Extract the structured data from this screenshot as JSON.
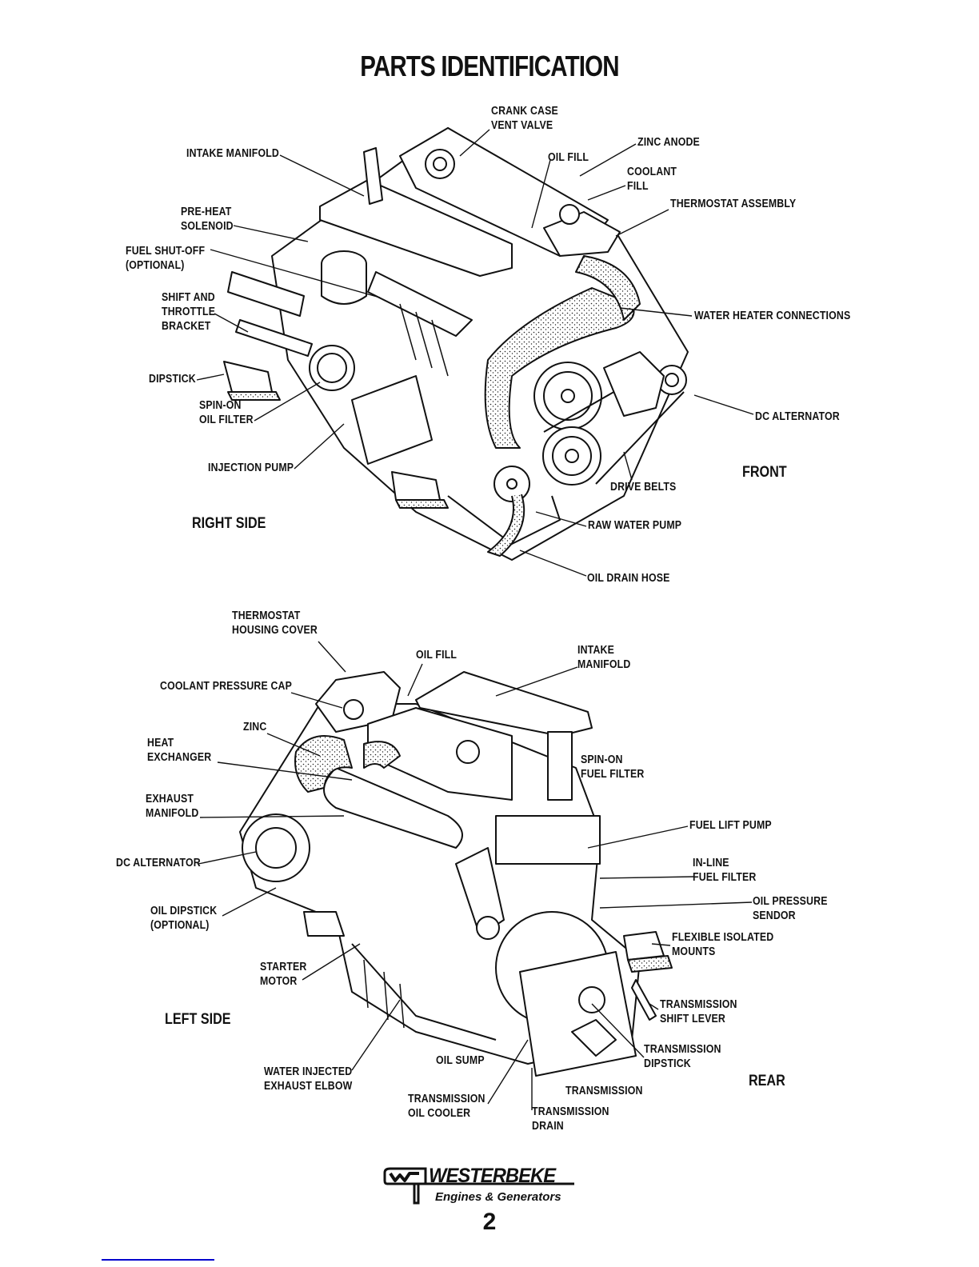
{
  "page": {
    "title": "PARTS IDENTIFICATION",
    "page_number": "2"
  },
  "top_view": {
    "labels": {
      "crank_case_vent_valve": "CRANK CASE\nVENT VALVE",
      "intake_manifold": "INTAKE MANIFOLD",
      "zinc_anode": "ZINC ANODE",
      "oil_fill": "OIL FILL",
      "coolant_fill": "COOLANT\nFILL",
      "thermostat_assembly": "THERMOSTAT ASSEMBLY",
      "pre_heat_solenoid": "PRE-HEAT\nSOLENOID",
      "fuel_shut_off": "FUEL SHUT-OFF\n(OPTIONAL)",
      "shift_throttle_bracket": "SHIFT AND\nTHROTTLE\nBRACKET",
      "water_heater_connections": "WATER HEATER CONNECTIONS",
      "dipstick": "DIPSTICK",
      "spin_on_oil_filter": "SPIN-ON\nOIL FILTER",
      "dc_alternator": "DC ALTERNATOR",
      "injection_pump": "INJECTION PUMP",
      "drive_belts": "DRIVE BELTS",
      "raw_water_pump": "RAW WATER PUMP",
      "oil_drain_hose": "OIL DRAIN HOSE"
    },
    "side_label_left": "RIGHT SIDE",
    "side_label_right": "FRONT"
  },
  "bottom_view": {
    "labels": {
      "thermostat_housing_cover": "THERMOSTAT\nHOUSING COVER",
      "oil_fill": "OIL FILL",
      "intake_manifold": "INTAKE\nMANIFOLD",
      "coolant_pressure_cap": "COOLANT PRESSURE CAP",
      "zinc": "ZINC",
      "heat_exchanger": "HEAT\nEXCHANGER",
      "spin_on_fuel_filter": "SPIN-ON\nFUEL FILTER",
      "exhaust_manifold": "EXHAUST\nMANIFOLD",
      "fuel_lift_pump": "FUEL LIFT PUMP",
      "dc_alternator": "DC ALTERNATOR",
      "in_line_fuel_filter": "IN-LINE\nFUEL FILTER",
      "oil_pressure_sendor": "OIL PRESSURE\nSENDOR",
      "oil_dipstick": "OIL DIPSTICK\n(OPTIONAL)",
      "flexible_isolated_mounts": "FLEXIBLE ISOLATED\nMOUNTS",
      "starter_motor": "STARTER\nMOTOR",
      "transmission_shift_lever": "TRANSMISSION\nSHIFT LEVER",
      "transmission_dipstick": "TRANSMISSION\nDIPSTICK",
      "oil_sump": "OIL SUMP",
      "water_injected_exhaust_elbow": "WATER INJECTED\nEXHAUST ELBOW",
      "transmission": "TRANSMISSION",
      "transmission_oil_cooler": "TRANSMISSION\nOIL COOLER",
      "transmission_drain": "TRANSMISSION\nDRAIN"
    },
    "side_label_left": "LEFT SIDE",
    "side_label_right": "REAR"
  },
  "footer": {
    "brand": "WESTERBEKE",
    "tagline": "Engines & Generators"
  },
  "colors": {
    "ink": "#111111",
    "paper": "#ffffff",
    "link": "#0000cc"
  }
}
